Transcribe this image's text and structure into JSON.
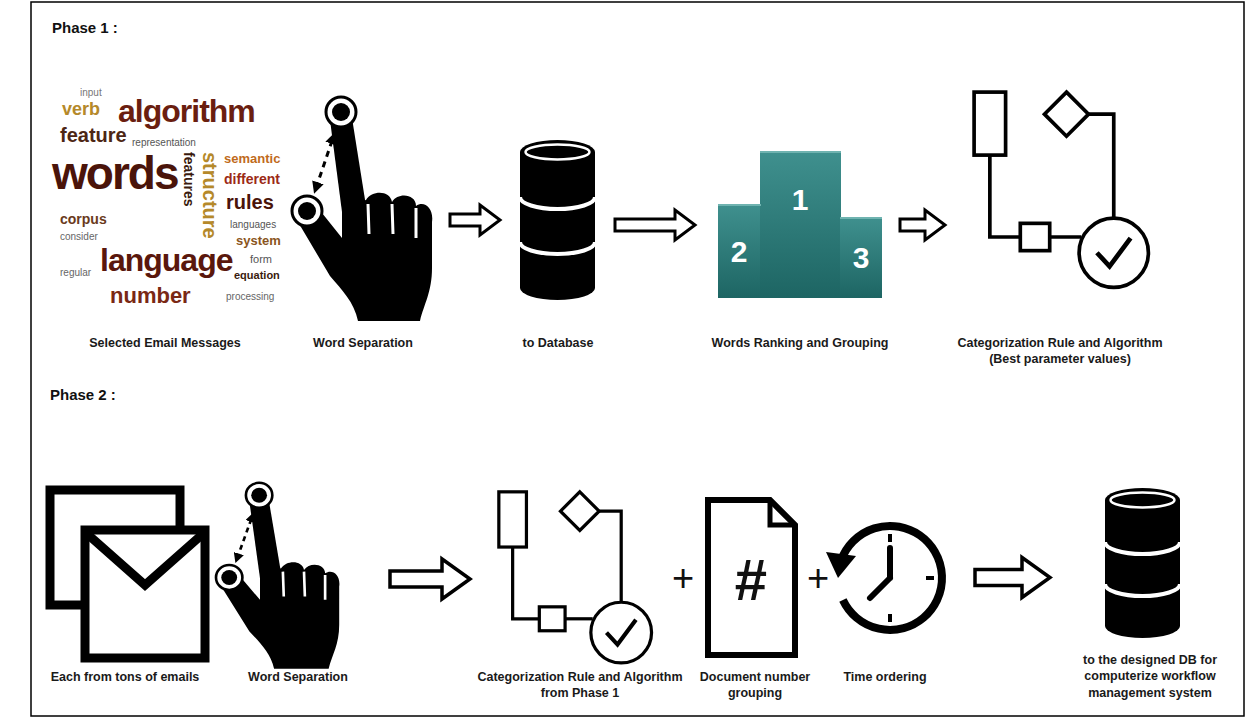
{
  "diagram": {
    "nodes": [
      {
        "text": [
          "Selected Email Messages"
        ]
      },
      {
        "text": [
          "Word Separation"
        ]
      },
      {
        "text": [
          "to Database"
        ]
      },
      {
        "text": [
          "Words Ranking and Grouping"
        ]
      },
      {
        "text": [
          "Categorization Rule and Algorithm (Best parameter values)"
        ]
      },
      {
        "text": [
          "Each from tons of emails"
        ]
      },
      {
        "text": [
          "Word Separation"
        ]
      },
      {
        "text": [
          "Categorization Rule and Algorithm from Phase 1"
        ]
      },
      {
        "text": [
          "Document number grouping"
        ]
      },
      {
        "text": [
          "Time ordering"
        ]
      },
      {
        "text": [
          "to the designed DB for computerize workflow management system"
        ]
      }
    ],
    "edges": [
      {
        "from": 1,
        "to": 2,
        "arrow": "to"
      },
      {
        "from": 2,
        "to": 3,
        "arrow": "to"
      },
      {
        "from": 3,
        "to": 4,
        "arrow": "to"
      },
      {
        "from": 6,
        "to": 7,
        "arrow": "to"
      },
      {
        "from": 9,
        "to": 10,
        "arrow": "to"
      }
    ],
    "labels": [
      "Phase 1 :",
      "input",
      "verb",
      "algorithm",
      "feature",
      "representation",
      "words",
      "features",
      "structure",
      "semantic",
      "different",
      "rules",
      "corpus",
      "languages",
      "consider",
      "language",
      "system",
      "form",
      "regular",
      "equation",
      "number",
      "processing",
      "2",
      "1",
      "3",
      "Phase 2 :",
      "+",
      "#",
      "+"
    ]
  }
}
